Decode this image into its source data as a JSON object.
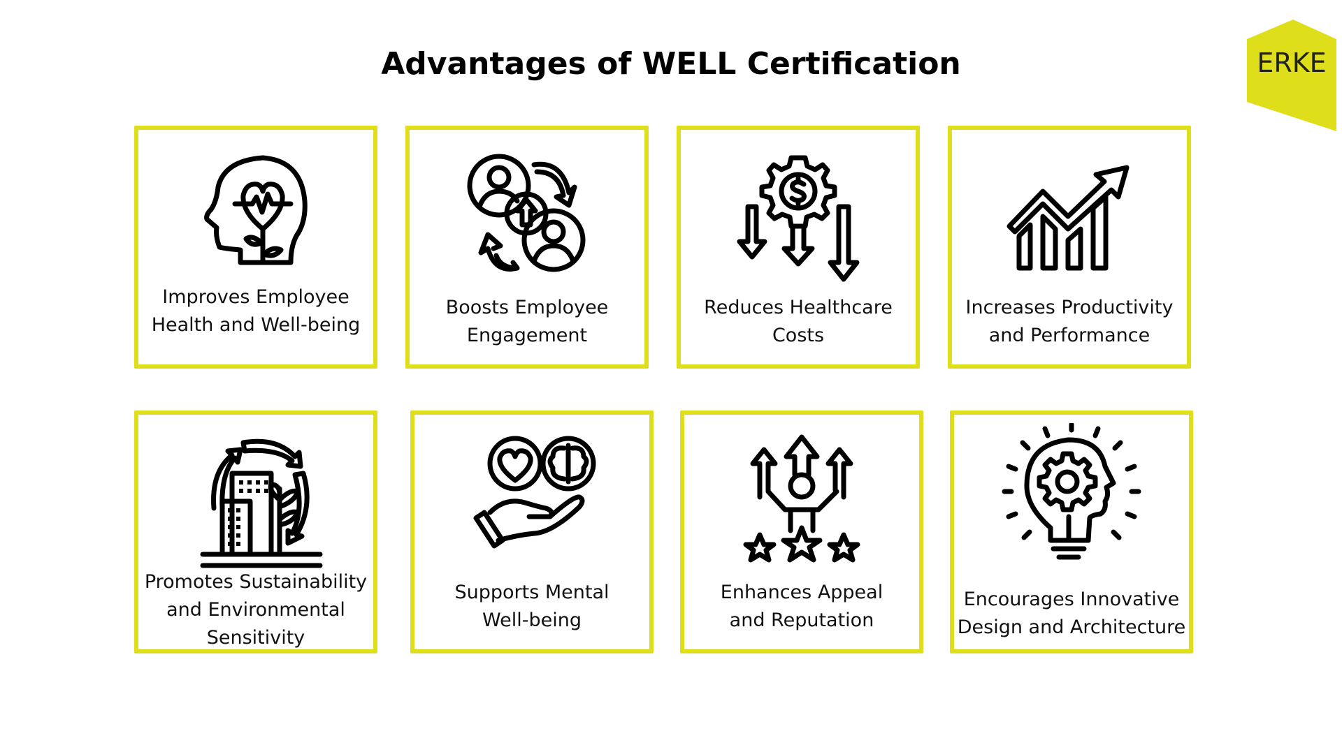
{
  "header": {
    "title": "Advantages of WELL Certification",
    "logo_text": "ERKE",
    "logo_color": "#dede1a"
  },
  "theme": {
    "border_color": "#dede1a",
    "text_color": "#000000",
    "background": "#ffffff"
  },
  "cards": [
    {
      "label": "Improves Employee\nHealth and Well-being",
      "icon": "head-heart-plant-icon"
    },
    {
      "label": "Boosts Employee\nEngagement",
      "icon": "people-cycle-up-arrow-icon"
    },
    {
      "label": "Reduces Healthcare\nCosts",
      "icon": "dollar-gear-down-arrows-icon"
    },
    {
      "label": "Increases Productivity\nand Performance",
      "icon": "bar-chart-trend-up-icon"
    },
    {
      "label": "Promotes Sustainability\nand Environmental\nSensitivity",
      "icon": "building-plant-recycle-icon"
    },
    {
      "label": "Supports Mental\nWell-being",
      "icon": "hand-heart-brain-icon"
    },
    {
      "label": "Enhances Appeal\nand Reputation",
      "icon": "person-arrows-stars-icon"
    },
    {
      "label": "Encourages Innovative\nDesign and Architecture",
      "icon": "lightbulb-head-gear-icon"
    }
  ]
}
